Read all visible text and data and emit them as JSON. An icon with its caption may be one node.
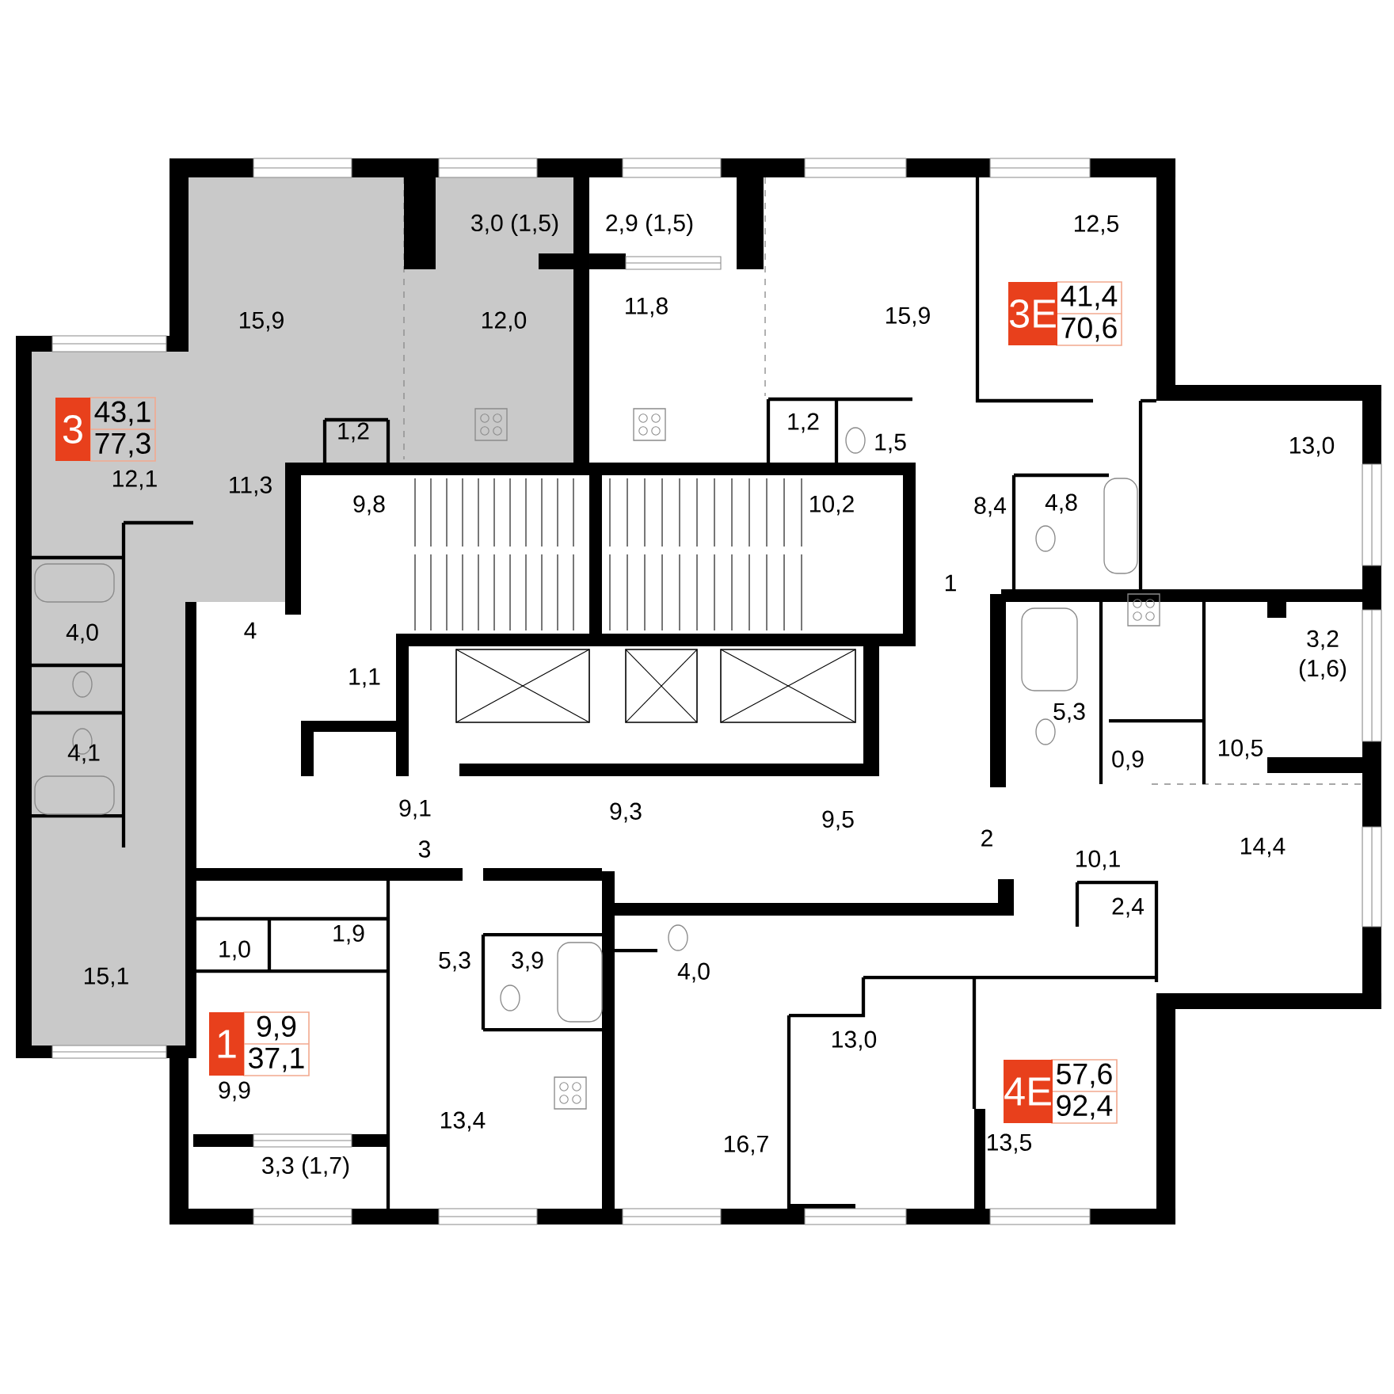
{
  "diagram": {
    "nodes": [
      {
        "text": [
          "3E",
          "41,4",
          "70,6"
        ]
      },
      {
        "text": [
          "3",
          "43,1",
          "77,3"
        ]
      },
      {
        "text": [
          "1",
          "9,9",
          "37,1"
        ]
      },
      {
        "text": [
          "4E",
          "57,6",
          "92,4"
        ]
      }
    ],
    "labels": [
      "3,0 (1,5)",
      "2,9 (1,5)",
      "12,5",
      "15,9",
      "12,0",
      "11,8",
      "15,9",
      "12,1",
      "11,3",
      "1,2",
      "1,2",
      "1,5",
      "13,0",
      "9,8",
      "10,2",
      "8,4",
      "4,8",
      "4,0",
      "4",
      "1",
      "3,2 (1,6)",
      "4,1",
      "1,1",
      "5,3",
      "0,9",
      "10,5",
      "9,1",
      "3",
      "9,3",
      "9,5",
      "2",
      "10,1",
      "14,4",
      "15,1",
      "1,0",
      "1,9",
      "5,3",
      "3,9",
      "4,0",
      "2,4",
      "9,9",
      "13,4",
      "16,7",
      "13,0",
      "13,5",
      "3,3 (1,7)"
    ]
  }
}
